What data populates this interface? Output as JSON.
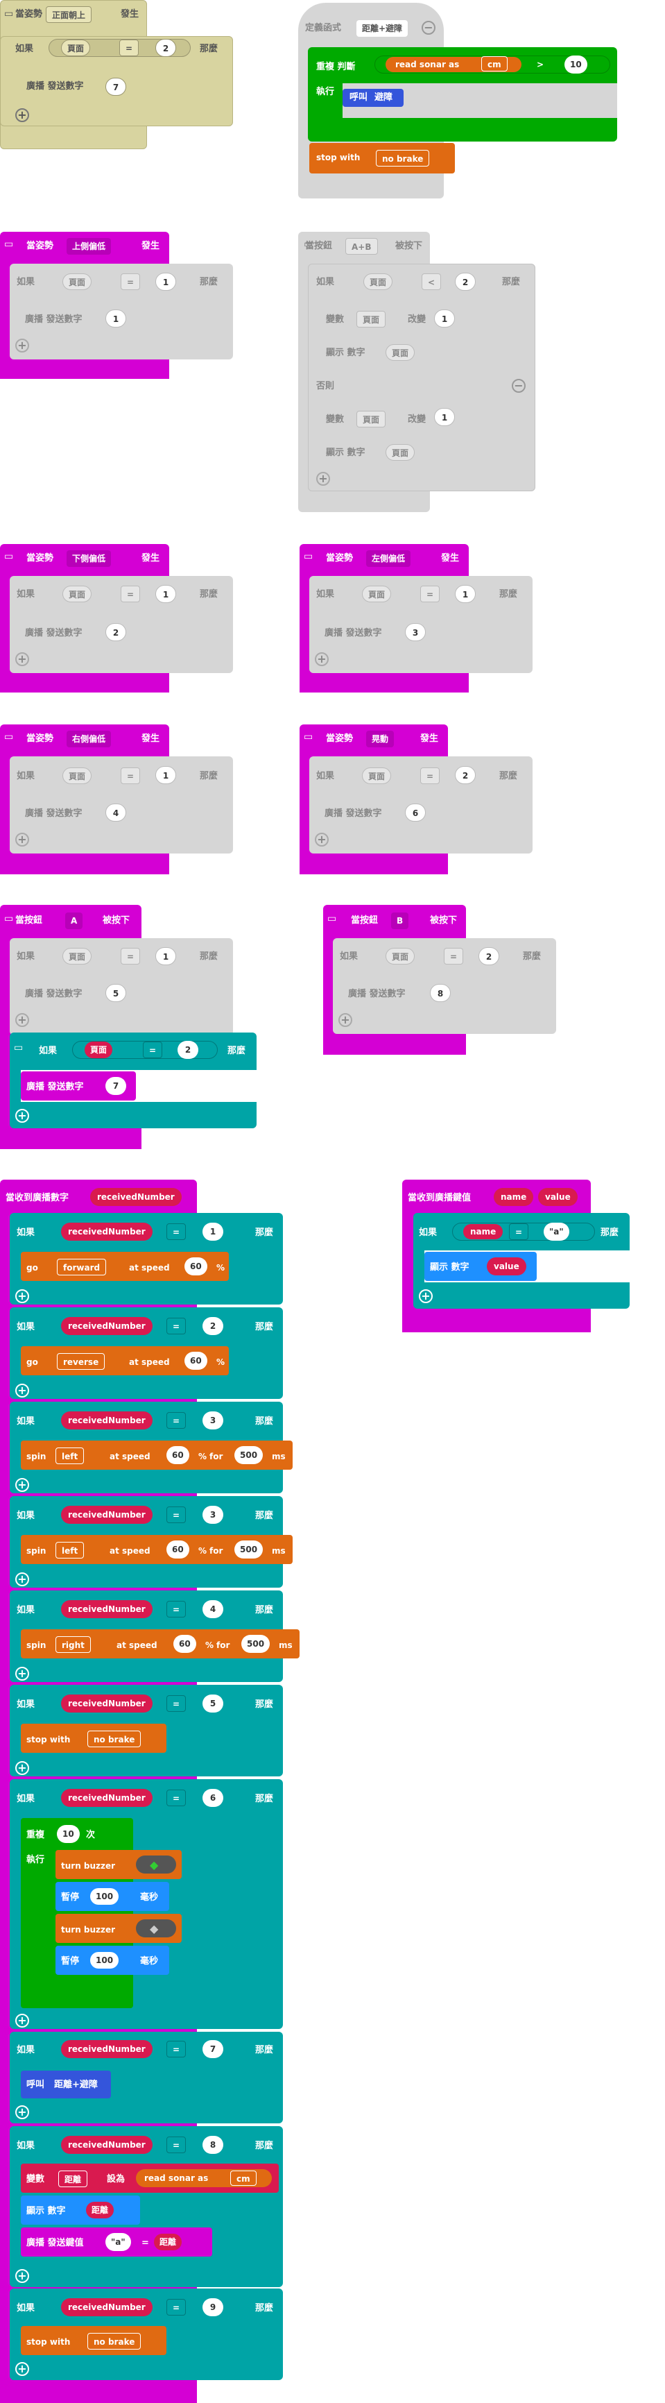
{
  "labels": {
    "on_gesture": "當姿勢",
    "happens": "發生",
    "if": "如果",
    "then": "那麼",
    "else": "否則",
    "broadcast_number": "廣播 發送數字",
    "broadcast_value": "廣播 發送鍵值",
    "on_button": "當按鈕",
    "pressed": "被按下",
    "define_function": "定義函式",
    "repeat_while": "重複 判斷",
    "do": "執行",
    "call": "呼叫",
    "set_var": "變數",
    "change_by": "改變",
    "set_to": "設為",
    "show_number": "顯示 數字",
    "on_received_number": "當收到廣播數字",
    "on_received_value": "當收到廣播鍵值",
    "repeat": "重複",
    "times": "次",
    "pause": "暫停",
    "ms_cn": "毫秒",
    "plus_symbol": "+",
    "minus_symbol": "−"
  },
  "gestures": {
    "face_up": "正面朝上",
    "tilt_up": "上側偏低",
    "tilt_down": "下側偏低",
    "tilt_left": "左側偏低",
    "tilt_right": "右側偏低",
    "shake": "晃動"
  },
  "buttons": {
    "a": "A",
    "b": "B",
    "ab": "A+B"
  },
  "vars": {
    "page": "頁面",
    "distance": "距離",
    "received_number": "receivedNumber",
    "name": "name",
    "value": "value"
  },
  "ops": {
    "eq": "=",
    "lt": "<",
    "gt": ">"
  },
  "functions": {
    "distance_plus_avoid": "距離+避障",
    "avoid": "避障"
  },
  "sonar": {
    "read": "read sonar as",
    "unit": "cm"
  },
  "motor": {
    "go": "go",
    "forward": "forward",
    "reverse": "reverse",
    "at_speed": "at speed",
    "percent": "%",
    "spin": "spin",
    "left": "left",
    "right": "right",
    "for": "for",
    "ms": "ms",
    "stop_with": "stop with",
    "no_brake": "no brake",
    "turn_buzzer": "turn buzzer"
  },
  "nums": {
    "n1": "1",
    "n2": "2",
    "n3": "3",
    "n4": "4",
    "n5": "5",
    "n6": "6",
    "n7": "7",
    "n8": "8",
    "n9": "9",
    "n10": "10",
    "n60": "60",
    "n100": "100",
    "n500": "500"
  },
  "strings": {
    "a": "\"a\""
  },
  "colors": {
    "input": "#d400d4",
    "logic": "#00a4a6",
    "loop": "#00aa00",
    "motor": "#e06a12",
    "variable": "#d91a4f",
    "basic": "#1e90ff",
    "function": "#3455db",
    "disabled": "#d6d6d6"
  }
}
